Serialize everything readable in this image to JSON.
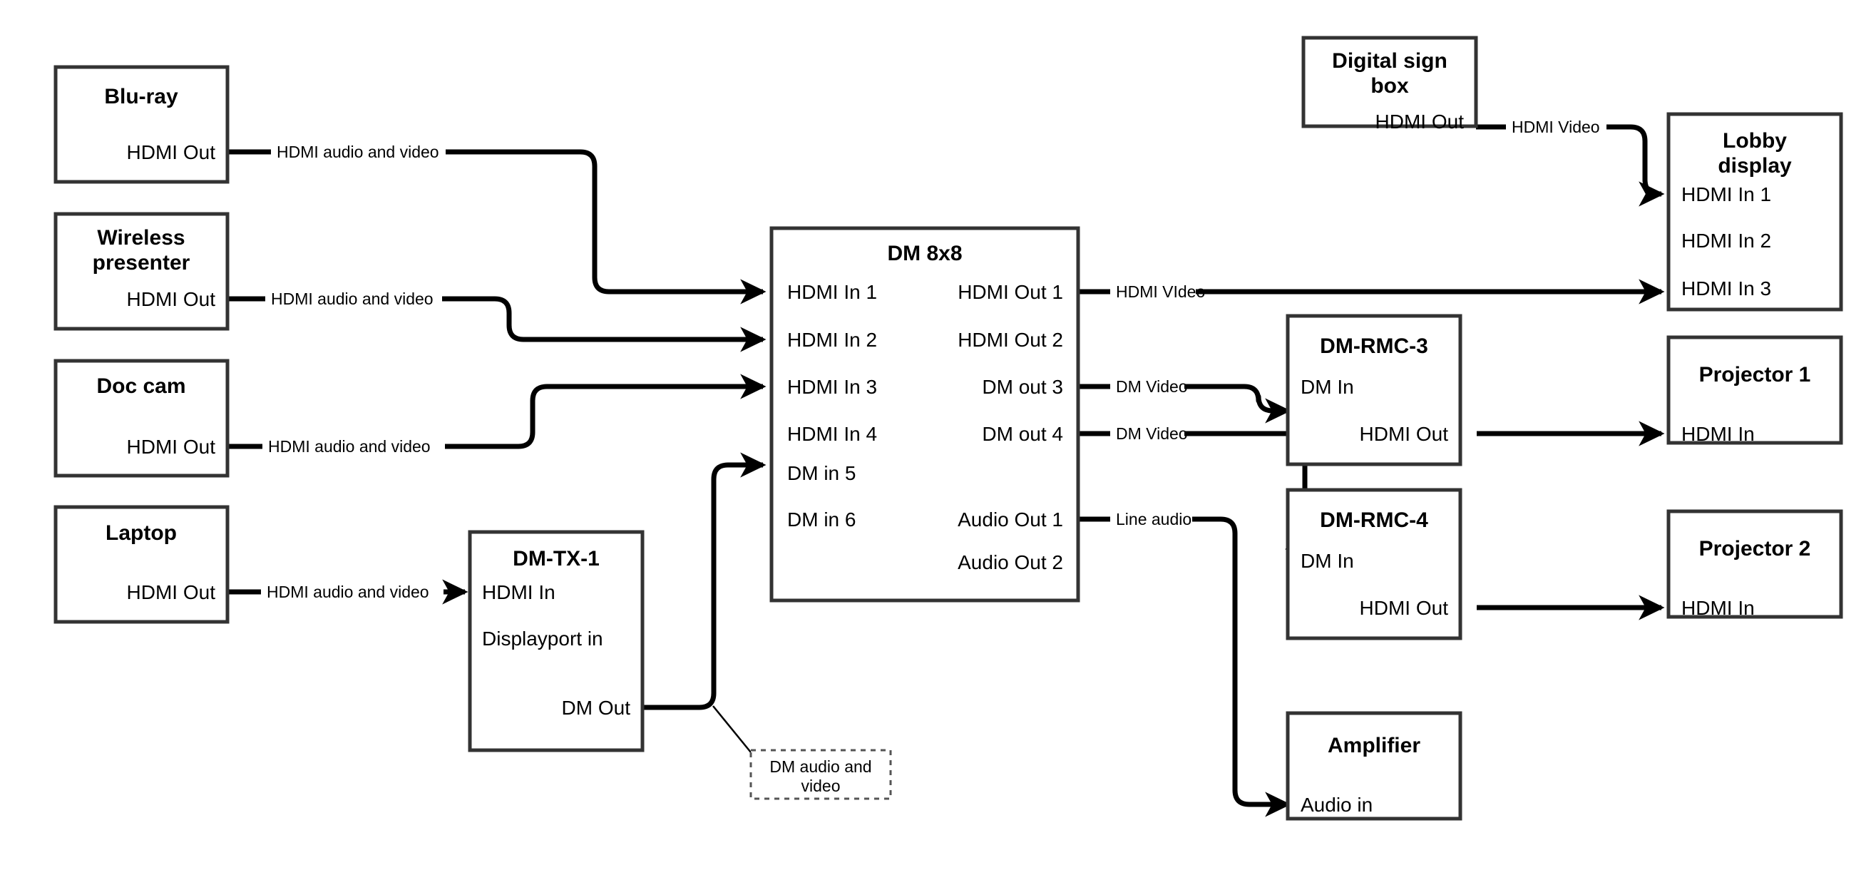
{
  "diagram": {
    "title": "AV signal routing block diagram",
    "colors": {
      "box_stroke": "#333333",
      "wire": "#000000",
      "background": "#ffffff",
      "note_stroke": "#555555"
    },
    "nodes": [
      {
        "id": "bluray",
        "title": "Blu-ray",
        "ports": [
          "HDMI Out"
        ]
      },
      {
        "id": "wireless",
        "title": "Wireless presenter",
        "ports": [
          "HDMI Out"
        ]
      },
      {
        "id": "doccam",
        "title": "Doc cam",
        "ports": [
          "HDMI Out"
        ]
      },
      {
        "id": "laptop",
        "title": "Laptop",
        "ports": [
          "HDMI Out"
        ]
      },
      {
        "id": "dmtx1",
        "title": "DM-TX-1",
        "ports": [
          "HDMI In",
          "Displayport in",
          "DM Out"
        ]
      },
      {
        "id": "dm8x8",
        "title": "DM 8x8",
        "inputs": [
          "HDMI In 1",
          "HDMI In 2",
          "HDMI In 3",
          "HDMI In 4",
          "DM in 5",
          "DM in 6"
        ],
        "outputs": [
          "HDMI Out 1",
          "HDMI Out 2",
          "DM out 3",
          "DM out 4",
          "Audio Out 1",
          "Audio Out 2"
        ]
      },
      {
        "id": "digitalsign",
        "title": "Digital sign box",
        "ports": [
          "HDMI Out"
        ]
      },
      {
        "id": "lobby",
        "title": "Lobby display",
        "ports": [
          "HDMI In 1",
          "HDMI In 2",
          "HDMI In 3"
        ]
      },
      {
        "id": "rmc3",
        "title": "DM-RMC-3",
        "ports": [
          "DM In",
          "HDMI Out"
        ]
      },
      {
        "id": "rmc4",
        "title": "DM-RMC-4",
        "ports": [
          "DM In",
          "HDMI Out"
        ]
      },
      {
        "id": "proj1",
        "title": "Projector 1",
        "ports": [
          "HDMI In"
        ]
      },
      {
        "id": "proj2",
        "title": "Projector 2",
        "ports": [
          "HDMI In"
        ]
      },
      {
        "id": "amp",
        "title": "Amplifier",
        "ports": [
          "Audio in"
        ]
      }
    ],
    "edge_labels": {
      "bluray_to_in1": "HDMI audio and video",
      "wireless_to_in2": "HDMI audio and video",
      "doccam_to_in3": "HDMI audio and video",
      "laptop_to_tx": "HDMI audio and video",
      "sign_to_lobby": "HDMI Video",
      "hdmiout1_to_lobby": "HDMI VIdeo",
      "dmout3_to_rmc3": "DM Video",
      "dmout4_to_rmc4": "DM Video",
      "audioout1_to_amp": "Line audio"
    },
    "note": {
      "text_line1": "DM audio and",
      "text_line2": "video"
    }
  }
}
